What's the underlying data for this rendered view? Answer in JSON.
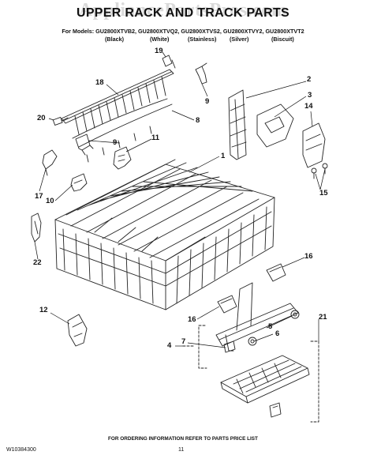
{
  "watermark": "AppliancePartsPros.com",
  "header": {
    "title": "UPPER RACK AND TRACK PARTS",
    "models_line": "For Models: GU2800XTVB2, GU2800XTVQ2, GU2800XTVS2, GU2800XTVY2, GU2800XTVT2",
    "colors": [
      "(Black)",
      "(White)",
      "(Stainless)",
      "(Silver)",
      "(Biscuit)"
    ]
  },
  "callouts": [
    "19",
    "9",
    "18",
    "2",
    "3",
    "14",
    "20",
    "8",
    "9",
    "11",
    "1",
    "17",
    "10",
    "15",
    "22",
    "16",
    "12",
    "16",
    "5",
    "6",
    "4",
    "7",
    "21"
  ],
  "footer": {
    "note": "FOR ORDERING INFORMATION REFER TO PARTS PRICE LIST",
    "doc_id": "W10384300",
    "page_number": "11"
  }
}
